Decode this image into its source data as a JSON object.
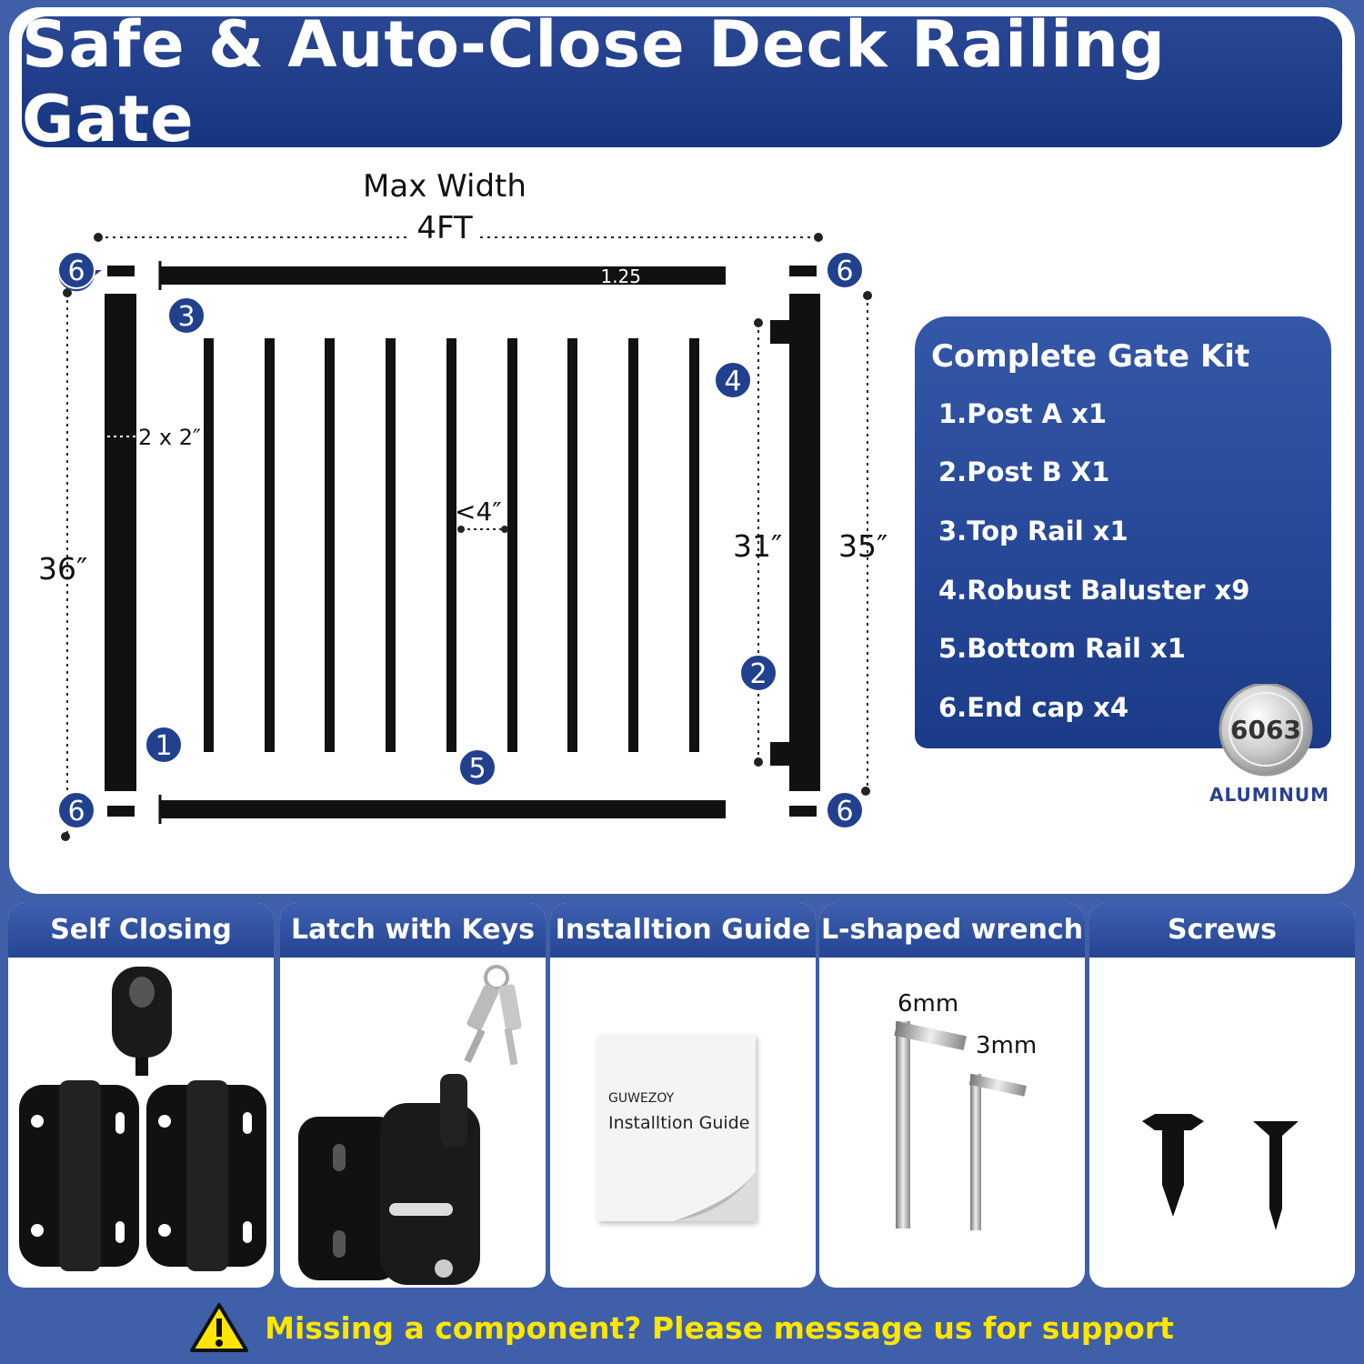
{
  "title": "Safe & Auto-Close Deck Railing Gate",
  "dimensions": {
    "max_width_label": "Max Width",
    "max_width_value": "4FT",
    "rail_size": "1.25",
    "post_size": "2 x 2″",
    "baluster_gap": "<4″",
    "post_height": "36″",
    "baluster_height": "31″",
    "gate_height": "35″"
  },
  "markers": {
    "post_a": "1",
    "post_b": "2",
    "top_rail": "3",
    "baluster": "4",
    "bottom_rail": "5",
    "end_cap": "6"
  },
  "kit": {
    "title": "Complete Gate Kit",
    "items": [
      "1.Post A  x1",
      "2.Post B X1",
      "3.Top Rail x1",
      "4.Robust Baluster x9",
      "5.Bottom Rail x1",
      "6.End cap  x4"
    ],
    "badge_number": "6063",
    "badge_label": "ALUMINUM"
  },
  "accessories": [
    {
      "title": "Self Closing Hinge"
    },
    {
      "title": "Latch with Keys"
    },
    {
      "title": "Installtion Guide",
      "brand": "GUWEZOY",
      "doc_text": "Installtion Guide"
    },
    {
      "title": "L-shaped wrench",
      "size_large": "6mm",
      "size_small": "3mm"
    },
    {
      "title": "Screws"
    }
  ],
  "footer": {
    "text": "Missing a component? Please message us for support"
  },
  "colors": {
    "brand_blue": "#1f3f8c",
    "warning_yellow": "#ffe600",
    "metal_black": "#111111"
  }
}
